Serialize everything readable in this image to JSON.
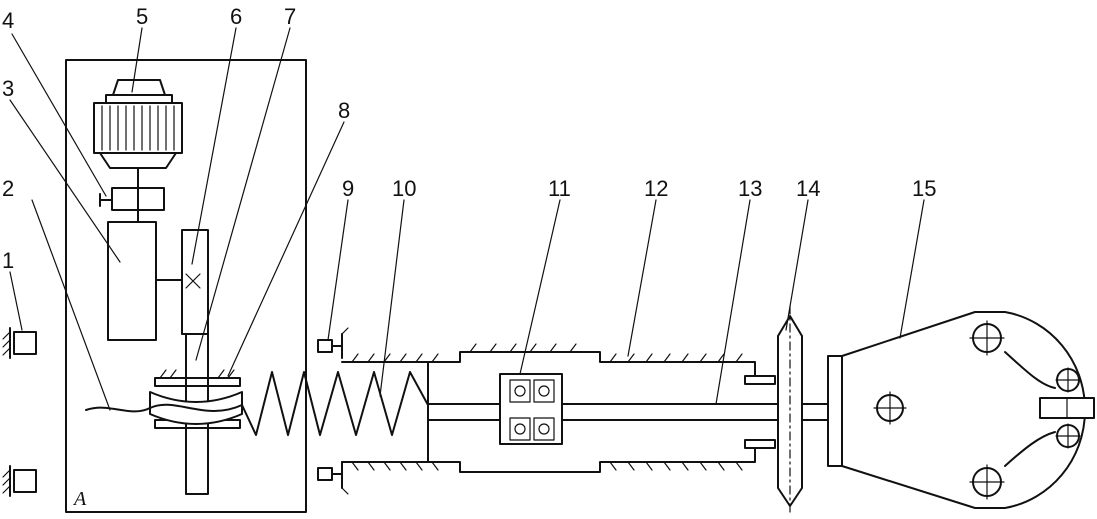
{
  "diagram": {
    "labels": [
      {
        "id": "1",
        "text": "1"
      },
      {
        "id": "2",
        "text": "2"
      },
      {
        "id": "3",
        "text": "3"
      },
      {
        "id": "4",
        "text": "4"
      },
      {
        "id": "5",
        "text": "5"
      },
      {
        "id": "6",
        "text": "6"
      },
      {
        "id": "7",
        "text": "7"
      },
      {
        "id": "8",
        "text": "8"
      },
      {
        "id": "9",
        "text": "9"
      },
      {
        "id": "10",
        "text": "10"
      },
      {
        "id": "11",
        "text": "11"
      },
      {
        "id": "12",
        "text": "12"
      },
      {
        "id": "13",
        "text": "13"
      },
      {
        "id": "14",
        "text": "14"
      },
      {
        "id": "15",
        "text": "15"
      }
    ],
    "frame_label": "A"
  },
  "colors": {
    "ink": "#111111",
    "background": "#ffffff"
  }
}
